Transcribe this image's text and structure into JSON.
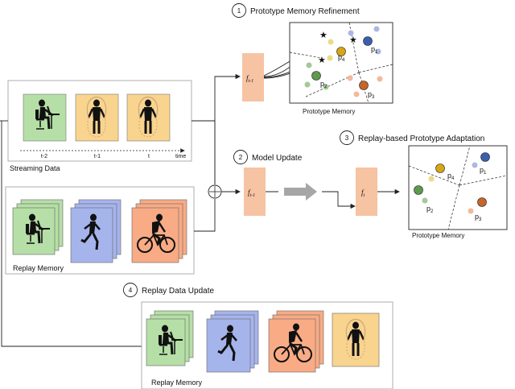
{
  "steps": {
    "step1": {
      "number": "1",
      "label": "Prototype Memory Refinement"
    },
    "step2": {
      "number": "2",
      "label": "Model Update"
    },
    "step3": {
      "number": "3",
      "label": "Replay-based Prototype Adaptation"
    },
    "step4": {
      "number": "4",
      "label": "Replay Data Update"
    }
  },
  "streaming": {
    "title": "Streaming Data",
    "time_labels": [
      "t-2",
      "t-1",
      "t"
    ],
    "axis_label": "time"
  },
  "replay_memory": {
    "title": "Replay Memory"
  },
  "replay_memory_updated": {
    "title": "Replay Memory"
  },
  "models": {
    "prev": {
      "base": "f",
      "sub": "t-1"
    },
    "update": {
      "base": "f",
      "sub": "t-1"
    },
    "new": {
      "base": "f",
      "sub": "t"
    }
  },
  "prototype_memory_top": {
    "title": "Prototype Memory",
    "prototypes": [
      "p",
      "p",
      "p",
      "p"
    ],
    "subscripts": [
      "1",
      "2",
      "3",
      "4"
    ]
  },
  "prototype_memory_right": {
    "title": "Prototype Memory",
    "prototypes": [
      "p",
      "p",
      "p",
      "p"
    ],
    "subscripts": [
      "1",
      "2",
      "3",
      "4"
    ]
  },
  "colors": {
    "activity_sitting": "#b5dfa6",
    "activity_jumping": "#f9d48f",
    "activity_running": "#a6b4ec",
    "activity_cycling": "#f8ab85",
    "model_box": "#f6c3a3",
    "proto_blue": "#3b5fae",
    "proto_yellow": "#d6a615",
    "proto_green": "#5e9a4d",
    "proto_orange": "#c7642b"
  }
}
